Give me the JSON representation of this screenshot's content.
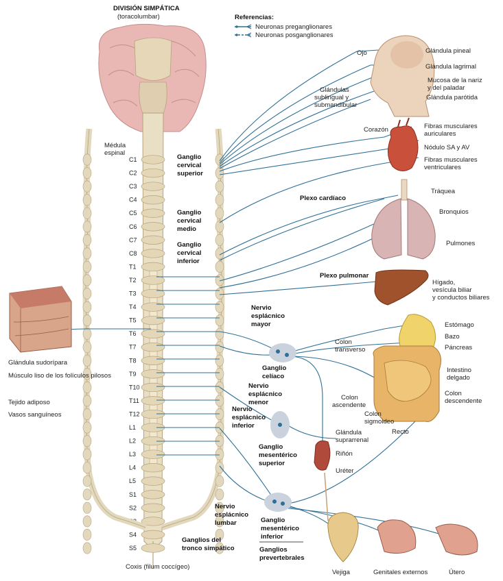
{
  "header": {
    "title": "DIVISIÓN SIMPÁTICA",
    "subtitle": "(toracolumbar)"
  },
  "legend": {
    "title": "Referencias:",
    "items": [
      {
        "label": "Neuronas preganglionares",
        "style": "solid"
      },
      {
        "label": "Neuronas posganglionares",
        "style": "dashed"
      }
    ]
  },
  "spine": {
    "medulla_label_1": "Médula",
    "medulla_label_2": "espinal",
    "segments": [
      "C1",
      "C2",
      "C3",
      "C4",
      "C5",
      "C6",
      "C7",
      "C8",
      "T1",
      "T2",
      "T3",
      "T4",
      "T5",
      "T6",
      "T7",
      "T8",
      "T9",
      "T10",
      "T11",
      "T12",
      "L1",
      "L2",
      "L3",
      "L4",
      "L5",
      "S1",
      "S2",
      "S3",
      "S4",
      "S5"
    ],
    "coccyx_label": "Coxis (filum coccígeo)"
  },
  "ganglia": {
    "cervical_superior": [
      "Ganglio",
      "cervical",
      "superior"
    ],
    "cervical_medio": [
      "Ganglio",
      "cervical",
      "medio"
    ],
    "cervical_inferior": [
      "Ganglio",
      "cervical",
      "inferior"
    ],
    "trunk": [
      "Ganglios del",
      "tronco simpático"
    ],
    "celiaco": [
      "Ganglio",
      "celíaco"
    ],
    "mesenterico_superior": [
      "Ganglio",
      "mesentérico",
      "superior"
    ],
    "mesenterico_inferior": [
      "Ganglio",
      "mesentérico",
      "inferior"
    ],
    "prevertebrales": [
      "Ganglios",
      "prevertebrales"
    ]
  },
  "nerves": {
    "esplacnico_mayor": [
      "Nervio",
      "esplácnico",
      "mayor"
    ],
    "esplacnico_menor": [
      "Nervio",
      "esplácnico",
      "menor"
    ],
    "esplacnico_inferior": [
      "Nervio",
      "esplácnico",
      "inferior"
    ],
    "esplacnico_lumbar": [
      "Nervio",
      "esplácnico",
      "lumbar"
    ],
    "plexo_cardiaco": "Plexo cardíaco",
    "plexo_pulmonar": "Plexo pulmonar"
  },
  "skin_labels": [
    "Glándula sudorípara",
    "Músculo liso de los folículos pilosos",
    "Tejido adiposo",
    "Vasos sanguíneos"
  ],
  "head_labels": {
    "ojo": "Ojo",
    "glandula_pineal": "Glándula pineal",
    "glandula_lagrimal": "Glándula lagrimal",
    "mucosa": [
      "Mucosa de la nariz",
      "y del paladar"
    ],
    "parotida": "Glándula parótida",
    "sublingual": [
      "Glándulas",
      "sublingual y",
      "submandibular"
    ]
  },
  "heart_labels": {
    "corazon": "Corazón",
    "auriculares": [
      "Fibras musculares",
      "auriculares"
    ],
    "nodulo": "Nódulo SA y AV",
    "ventriculares": [
      "Fibras musculares",
      "ventriculares"
    ]
  },
  "lung_labels": {
    "traquea": "Tráquea",
    "bronquios": "Bronquios",
    "pulmones": "Pulmones"
  },
  "liver_labels": {
    "higado": [
      "Hígado,",
      "vesícula biliar",
      "y conductos biliares"
    ]
  },
  "abdomen_labels": {
    "estomago": "Estómago",
    "bazo": "Bazo",
    "pancreas": "Páncreas",
    "colon_transverso": [
      "Colon",
      "transverso"
    ],
    "intestino_delgado": [
      "Intestino",
      "delgado"
    ],
    "colon_ascendente": [
      "Colon",
      "ascendente"
    ],
    "colon_descendente": [
      "Colon",
      "descendente"
    ],
    "colon_sigmoideo": [
      "Colon",
      "sigmoideo"
    ],
    "recto": "Recto",
    "suprarrenal": [
      "Glándula",
      "suprarrenal"
    ],
    "rinon": "Riñón",
    "ureter": "Uréter"
  },
  "pelvic_labels": {
    "vejiga": "Vejiga",
    "genitales": "Genitales externos",
    "utero": "Útero"
  },
  "colors": {
    "nerve": "#2e6f96",
    "spine": "#e9dfc4",
    "brain": "#e9b7b4",
    "ganglion": "#c9d2dd"
  }
}
